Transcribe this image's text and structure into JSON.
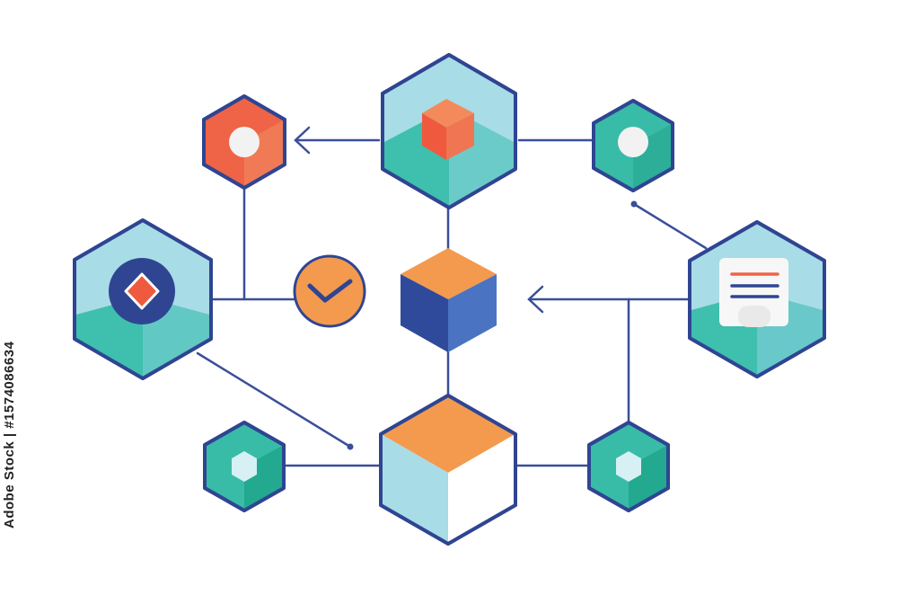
{
  "watermark": {
    "stock_id": "Adobe Stock | #1574086634"
  },
  "palette": {
    "outline": "#2f4592",
    "connector": "#3a4f99",
    "hex_light": "#a8dce6",
    "hex_light_inner": "#86cfdc",
    "teal": "#38bca8",
    "teal_dark": "#1faa8f",
    "coral": "#ef6346",
    "coral_light": "#f48a5c",
    "orange": "#f39a4f",
    "cube_blue_light": "#4a74c2",
    "cube_blue_dark": "#2f4a9a",
    "white_disc": "#f2f2f2",
    "paper": "#f7f7f7"
  },
  "icons": [
    "network-hub-hexagon",
    "coral-node-hexagon",
    "teal-node-hexagon",
    "diamond-badge-hexagon",
    "checkmark-circle",
    "central-cube",
    "document-hexagon",
    "bottom-cube-hexagon",
    "small-teal-hexagon"
  ]
}
